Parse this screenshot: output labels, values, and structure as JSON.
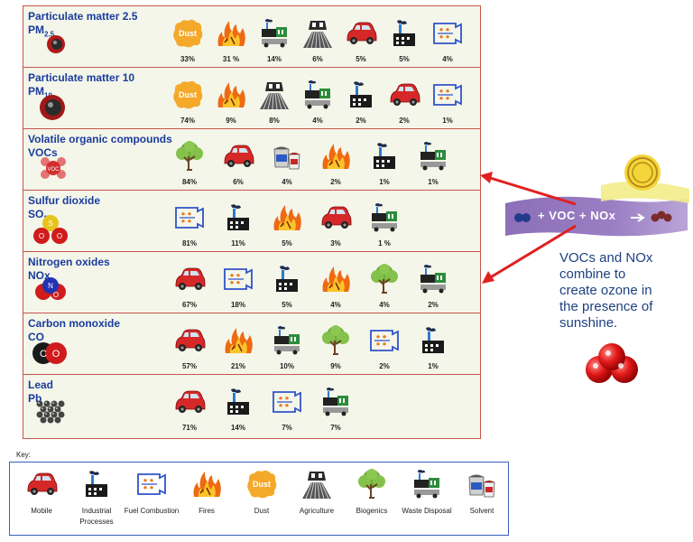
{
  "pollutants": [
    {
      "name": "Particulate matter 2.5",
      "abbr": "PM",
      "sub": "2.5",
      "molecule": "pm25",
      "sources": [
        {
          "icon": "dust",
          "pct": "33%"
        },
        {
          "icon": "fires",
          "pct": "31 %"
        },
        {
          "icon": "waste",
          "pct": "14%"
        },
        {
          "icon": "agriculture",
          "pct": "6%"
        },
        {
          "icon": "mobile",
          "pct": "5%"
        },
        {
          "icon": "industrial",
          "pct": "5%"
        },
        {
          "icon": "fuel",
          "pct": "4%"
        }
      ]
    },
    {
      "name": "Particulate matter 10",
      "abbr": "PM",
      "sub": "10",
      "molecule": "pm10",
      "sources": [
        {
          "icon": "dust",
          "pct": "74%"
        },
        {
          "icon": "fires",
          "pct": "9%"
        },
        {
          "icon": "agriculture",
          "pct": "8%"
        },
        {
          "icon": "waste",
          "pct": "4%"
        },
        {
          "icon": "industrial",
          "pct": "2%"
        },
        {
          "icon": "mobile",
          "pct": "2%"
        },
        {
          "icon": "fuel",
          "pct": "1%"
        }
      ]
    },
    {
      "name": "Volatile organic compounds",
      "abbr": "VOCs",
      "sub": "",
      "molecule": "voc",
      "sources": [
        {
          "icon": "biogenics",
          "pct": "84%"
        },
        {
          "icon": "mobile",
          "pct": "6%"
        },
        {
          "icon": "solvent",
          "pct": "4%"
        },
        {
          "icon": "fires",
          "pct": "2%"
        },
        {
          "icon": "industrial",
          "pct": "1%"
        },
        {
          "icon": "waste",
          "pct": "1%"
        }
      ]
    },
    {
      "name": "Sulfur dioxide",
      "abbr": "SO",
      "sub": "2",
      "molecule": "so2",
      "sources": [
        {
          "icon": "fuel",
          "pct": "81%"
        },
        {
          "icon": "industrial",
          "pct": "11%"
        },
        {
          "icon": "fires",
          "pct": "5%"
        },
        {
          "icon": "mobile",
          "pct": "3%"
        },
        {
          "icon": "waste",
          "pct": "1 %"
        }
      ]
    },
    {
      "name": "Nitrogen oxides",
      "abbr": "NOx",
      "sub": "",
      "molecule": "nox",
      "sources": [
        {
          "icon": "mobile",
          "pct": "67%"
        },
        {
          "icon": "fuel",
          "pct": "18%"
        },
        {
          "icon": "industrial",
          "pct": "5%"
        },
        {
          "icon": "fires",
          "pct": "4%"
        },
        {
          "icon": "biogenics",
          "pct": "4%"
        },
        {
          "icon": "waste",
          "pct": "2%"
        }
      ]
    },
    {
      "name": "Carbon monoxide",
      "abbr": "CO",
      "sub": "",
      "molecule": "co",
      "sources": [
        {
          "icon": "mobile",
          "pct": "57%"
        },
        {
          "icon": "fires",
          "pct": "21%"
        },
        {
          "icon": "waste",
          "pct": "10%"
        },
        {
          "icon": "biogenics",
          "pct": "9%"
        },
        {
          "icon": "fuel",
          "pct": "2%"
        },
        {
          "icon": "industrial",
          "pct": "1%"
        }
      ]
    },
    {
      "name": "Lead",
      "abbr": "Pb",
      "sub": "",
      "molecule": "pb",
      "sources": [
        {
          "icon": "mobile",
          "pct": "71%"
        },
        {
          "icon": "industrial",
          "pct": "14%"
        },
        {
          "icon": "fuel",
          "pct": "7%"
        },
        {
          "icon": "waste",
          "pct": "7%"
        }
      ]
    }
  ],
  "ozone": {
    "equation": "+ VOC + NOx",
    "caption_lines": [
      "VOCs and NOx",
      "combine to",
      "create ozone in",
      "the presence of",
      "sunshine."
    ]
  },
  "key": {
    "title": "Key:",
    "items": [
      {
        "icon": "mobile",
        "label": "Mobile"
      },
      {
        "icon": "industrial",
        "label": "Industrial Processes"
      },
      {
        "icon": "fuel",
        "label": "Fuel Combustion"
      },
      {
        "icon": "fires",
        "label": "Fires"
      },
      {
        "icon": "dust",
        "label": "Dust"
      },
      {
        "icon": "agriculture",
        "label": "Agriculture"
      },
      {
        "icon": "biogenics",
        "label": "Biogenics"
      },
      {
        "icon": "waste",
        "label": "Waste Disposal"
      },
      {
        "icon": "solvent",
        "label": "Solvent"
      }
    ]
  },
  "colors": {
    "title": "#1a3c9c",
    "border": "#c8554a",
    "panel_bg": "#f4f6ea",
    "arrow": "#e02020",
    "key_border": "#3a5fbf"
  }
}
